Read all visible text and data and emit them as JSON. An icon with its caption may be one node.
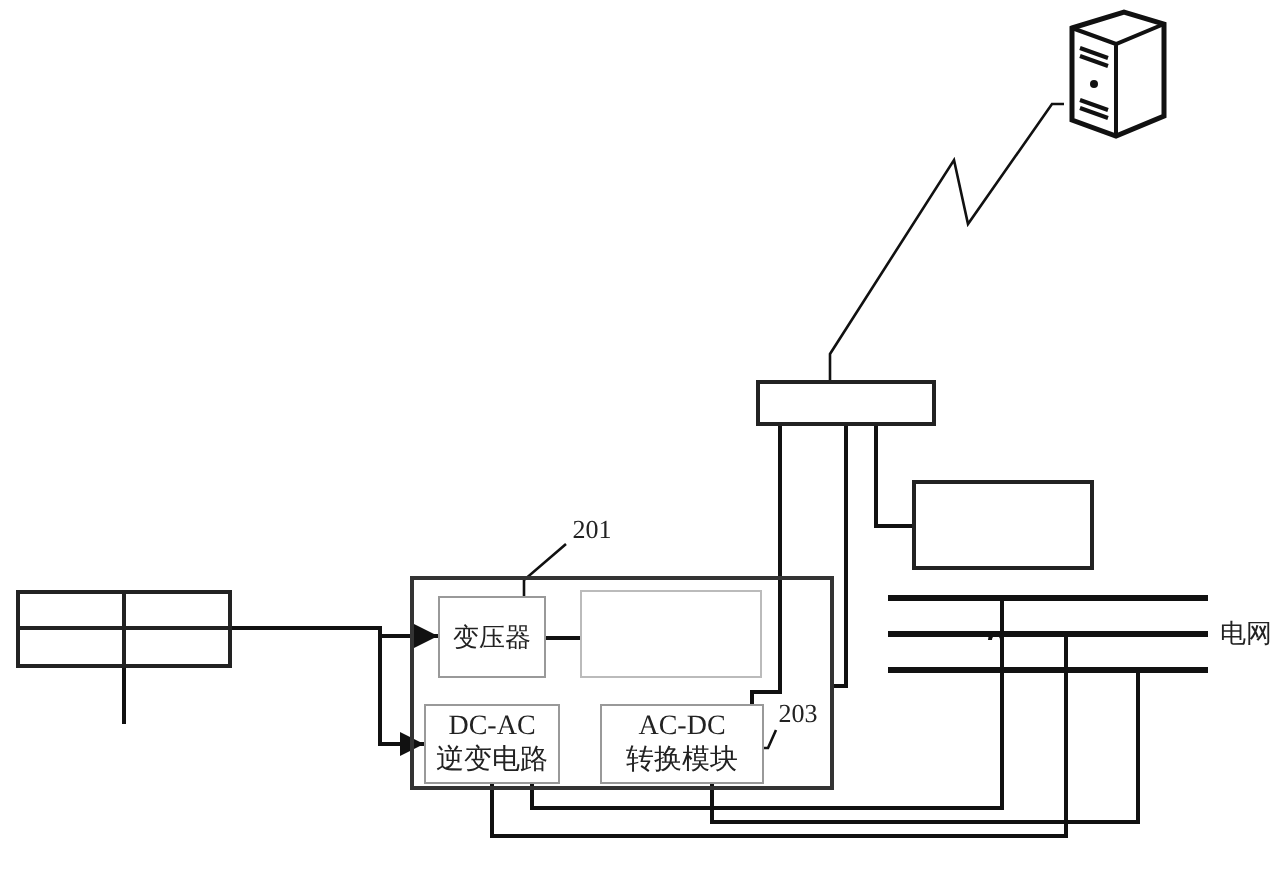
{
  "diagram": {
    "nodes": [
      {
        "text": [],
        "shape": "box"
      },
      {
        "text": [],
        "shape": "box"
      },
      {
        "text": [
          "变压器"
        ],
        "in": 1
      },
      {
        "text": [],
        "shape": "box",
        "in": 1
      },
      {
        "text": [
          "DC-AC 逆变电路"
        ],
        "in": 1
      },
      {
        "text": [
          "AC-DC 转换模块"
        ],
        "in": 1
      },
      {
        "text": [],
        "shape": "box"
      },
      {
        "text": [],
        "shape": "box"
      },
      {
        "text": [],
        "shape": "picture"
      },
      {
        "text": [
          "201"
        ]
      },
      {
        "text": [
          "203"
        ],
        "in": 1
      },
      {
        "text": [],
        "shape": "bar",
        "beside": [
          "电网"
        ]
      }
    ],
    "edges": [
      {
        "from": 0,
        "to": 2,
        "arrow": "to"
      },
      {
        "from": 0,
        "to": 4,
        "arrow": "to"
      },
      {
        "from": 0,
        "to": null,
        "arrow": "none"
      },
      {
        "from": 2,
        "to": 3,
        "arrow": "none"
      },
      {
        "from": 5,
        "to": 6,
        "arrow": "none"
      },
      {
        "from": 6,
        "to": 1,
        "arrow": "none"
      },
      {
        "from": 6,
        "to": 7,
        "arrow": "none"
      },
      {
        "from": 6,
        "to": 8,
        "arrow": "none"
      },
      {
        "from": 4,
        "to": 11,
        "arrow": "none"
      },
      {
        "from": 4,
        "to": 11,
        "arrow": "none"
      },
      {
        "from": 5,
        "to": 11,
        "arrow": "none"
      },
      {
        "from": 9,
        "to": 2,
        "arrow": "none"
      },
      {
        "from": 10,
        "to": 5,
        "arrow": "none"
      }
    ]
  }
}
